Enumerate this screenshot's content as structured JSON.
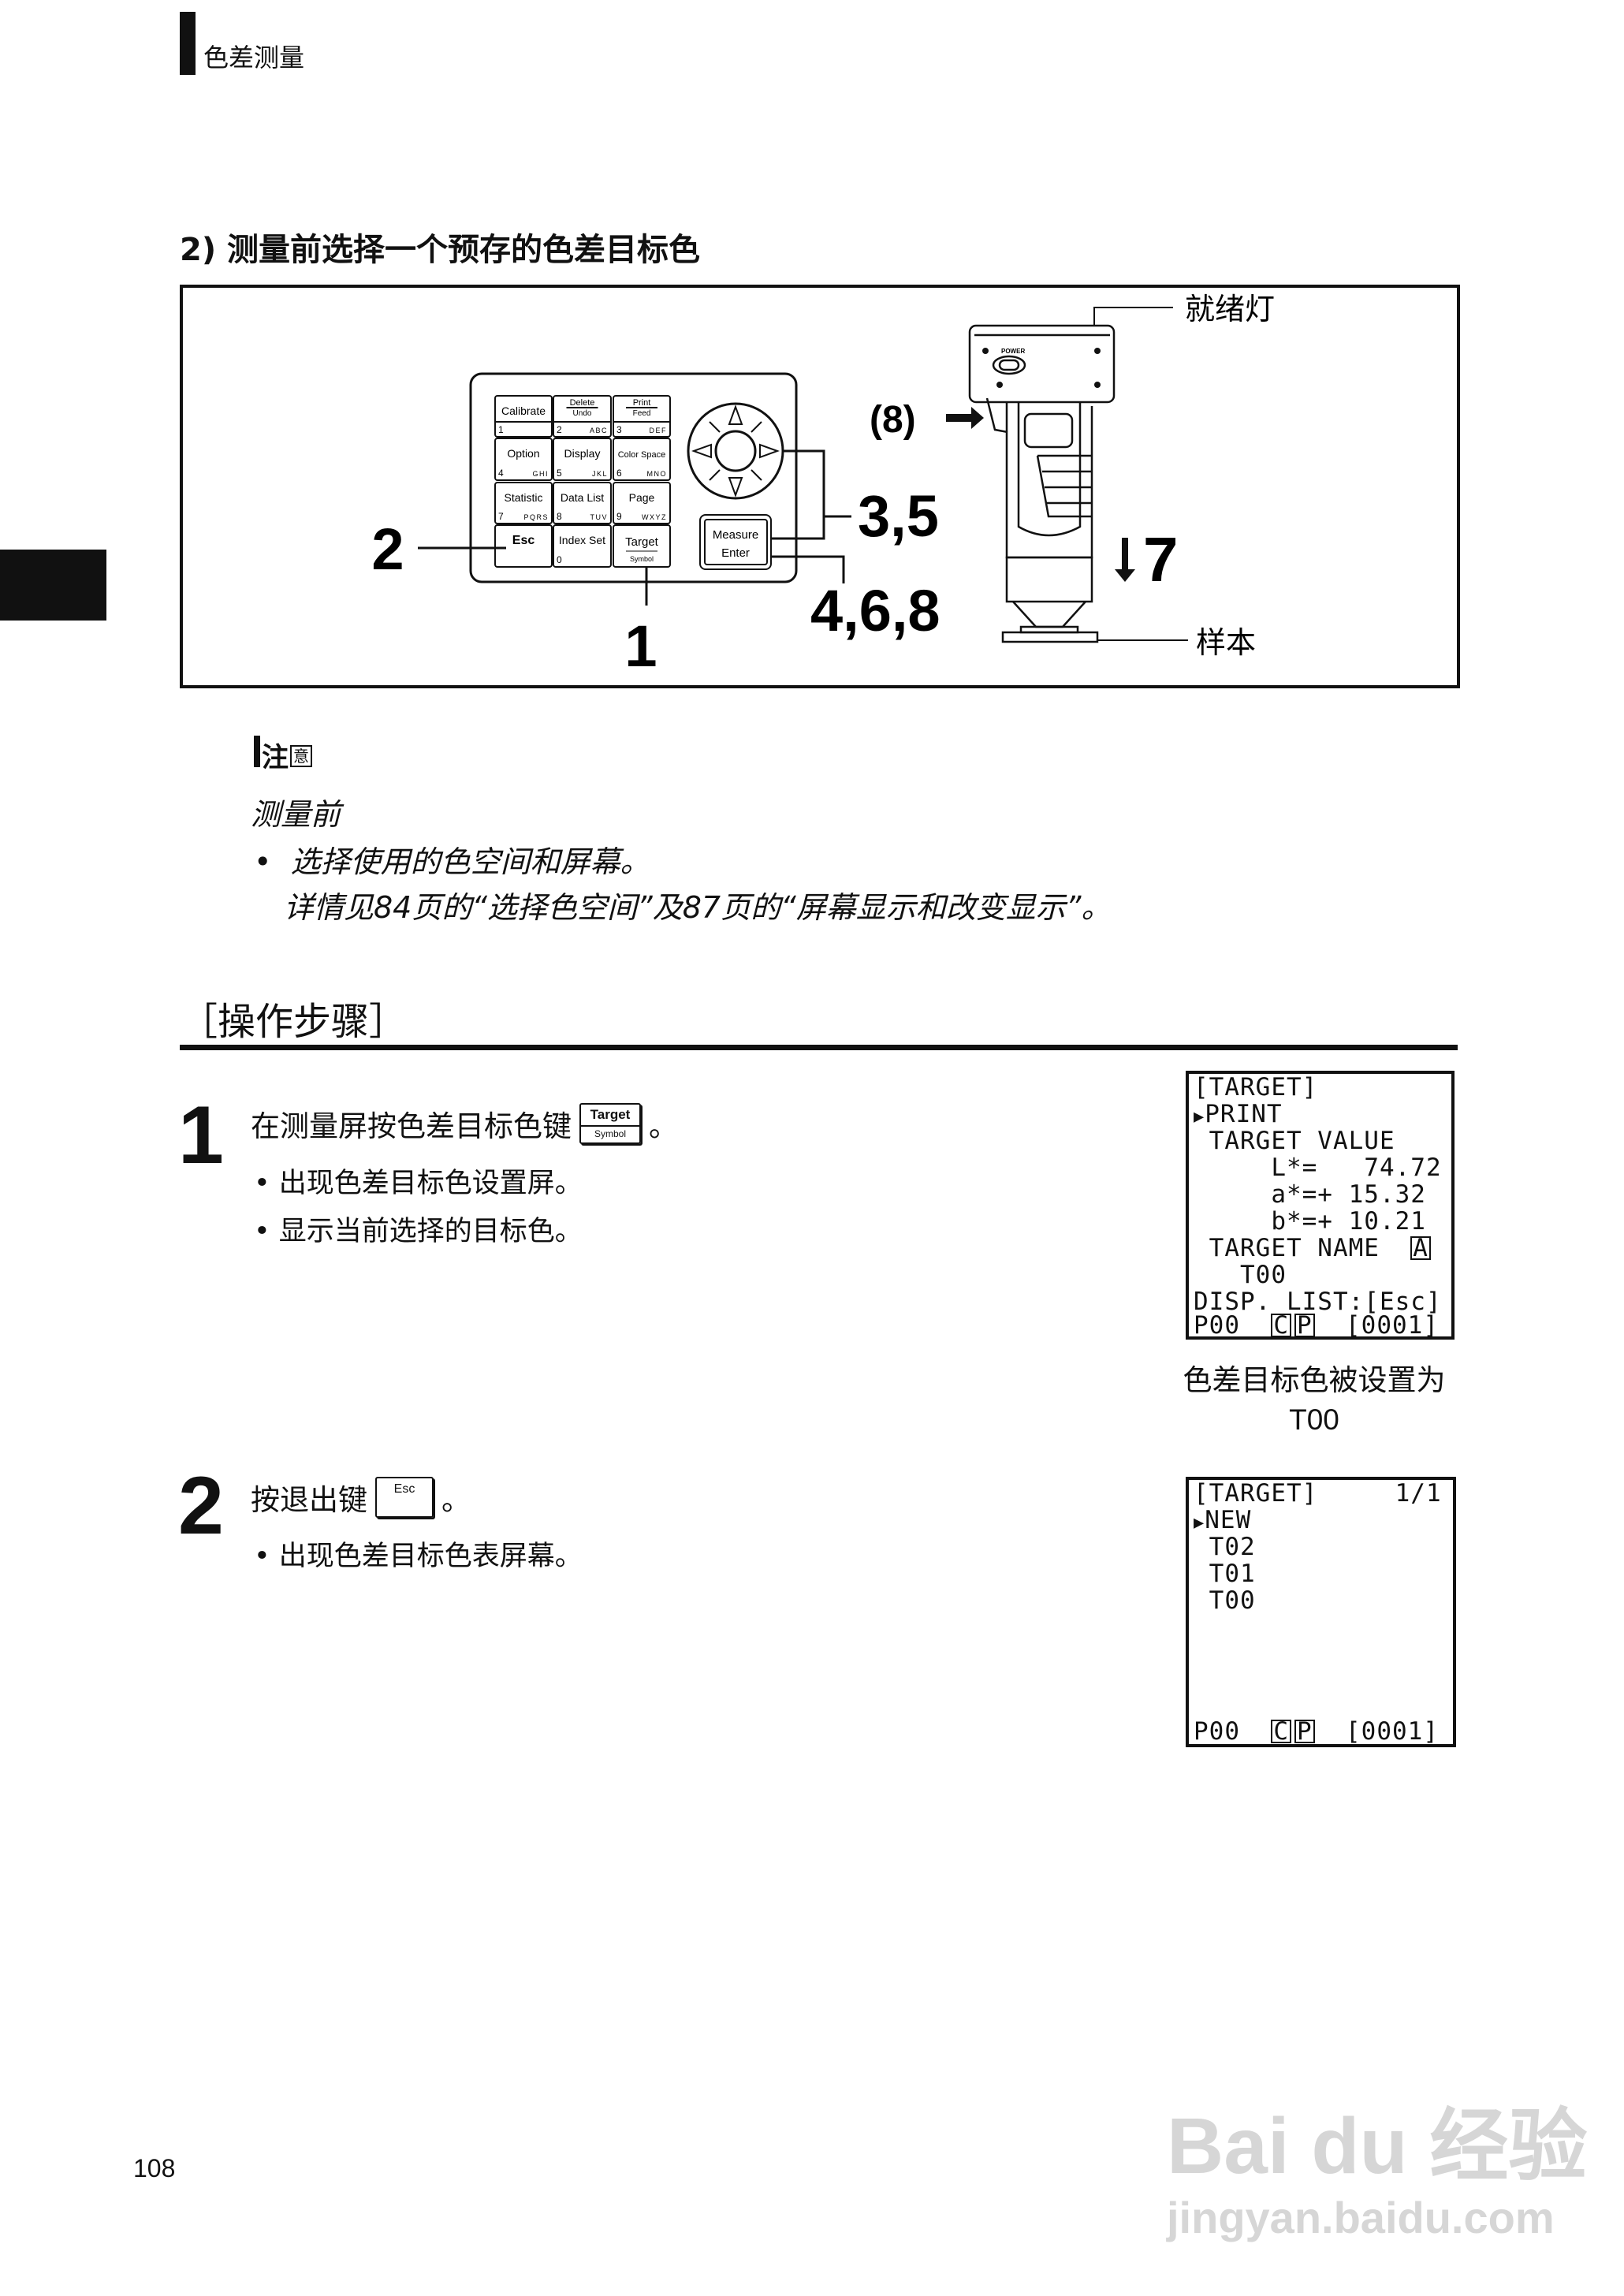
{
  "header": {
    "section": "色差测量"
  },
  "section_title": "2) 测量前选择一个预存的色差目标色",
  "diagram": {
    "keypad": {
      "keys": [
        {
          "label": "Calibrate",
          "num": "1",
          "letters": ""
        },
        {
          "label": "Delete",
          "sub": "Undo",
          "num": "2",
          "letters": "ABC"
        },
        {
          "label": "Print",
          "sub": "Feed",
          "num": "3",
          "letters": "DEF"
        },
        {
          "label": "Option",
          "num": "4",
          "letters": "GHI"
        },
        {
          "label": "Display",
          "num": "5",
          "letters": "JKL"
        },
        {
          "label": "Color Space",
          "num": "6",
          "letters": "MNO"
        },
        {
          "label": "Statistic",
          "num": "7",
          "letters": "PQRS"
        },
        {
          "label": "Data List",
          "num": "8",
          "letters": "TUV"
        },
        {
          "label": "Page",
          "num": "9",
          "letters": "WXYZ"
        },
        {
          "label": "Esc",
          "num": "",
          "letters": ""
        },
        {
          "label": "Index Set",
          "num": "0",
          "letters": ""
        },
        {
          "label": "Target",
          "sub": "Symbol",
          "num": "",
          "letters": ""
        }
      ],
      "measure_button": {
        "line1": "Measure",
        "line2": "Enter"
      }
    },
    "callouts": {
      "c2": "2",
      "c1": "1",
      "c35": "3,5",
      "c468": "4,6,8",
      "c8": "(8)",
      "c7": "7"
    },
    "device": {
      "power_label": "POWER",
      "ready_light": "就绪灯",
      "sample": "样本"
    }
  },
  "note": {
    "badge_main": "注",
    "badge_sub": "意",
    "heading": "测量前",
    "bullet": "选择使用的色空间和屏幕。",
    "detail": "详情见84页的“选择色空间”及87页的“屏幕显示和改变显示”。"
  },
  "operations": {
    "title": "［操作步骤］",
    "steps": [
      {
        "num": "1",
        "text": "在测量屏按色差目标色键",
        "key": {
          "label": "Target",
          "sub": "Symbol"
        },
        "end": "。",
        "bullets": [
          "出现色差目标色设置屏。",
          "显示当前选择的目标色。"
        ],
        "caption": [
          "色差目标色被设置为",
          "T00"
        ]
      },
      {
        "num": "2",
        "text": "按退出键",
        "key": {
          "label": "Esc"
        },
        "end": "。",
        "bullets": [
          "出现色差目标色表屏幕。"
        ]
      }
    ]
  },
  "lcd1": {
    "lines": [
      "[TARGET]",
      "PRINT",
      " TARGET VALUE",
      "     L*=   74.72",
      "     a*=+ 15.32",
      "     b*=+ 10.21",
      " TARGET NAME  ",
      "   T00",
      "DISP. LIST:[Esc]"
    ],
    "name_mode_box": "A",
    "status": {
      "p": "P00",
      "box_c": "C",
      "box_p": "P",
      "count": "[0001]"
    }
  },
  "lcd2": {
    "header": "[TARGET]     1/1",
    "selected": "NEW",
    "items": [
      " T02",
      " T01",
      " T00"
    ],
    "status": {
      "p": "P00",
      "box_c": "C",
      "box_p": "P",
      "count": "[0001]"
    }
  },
  "page_number": "108",
  "watermark": {
    "logo": "Bai du 经验",
    "url": "jingyan.baidu.com"
  }
}
